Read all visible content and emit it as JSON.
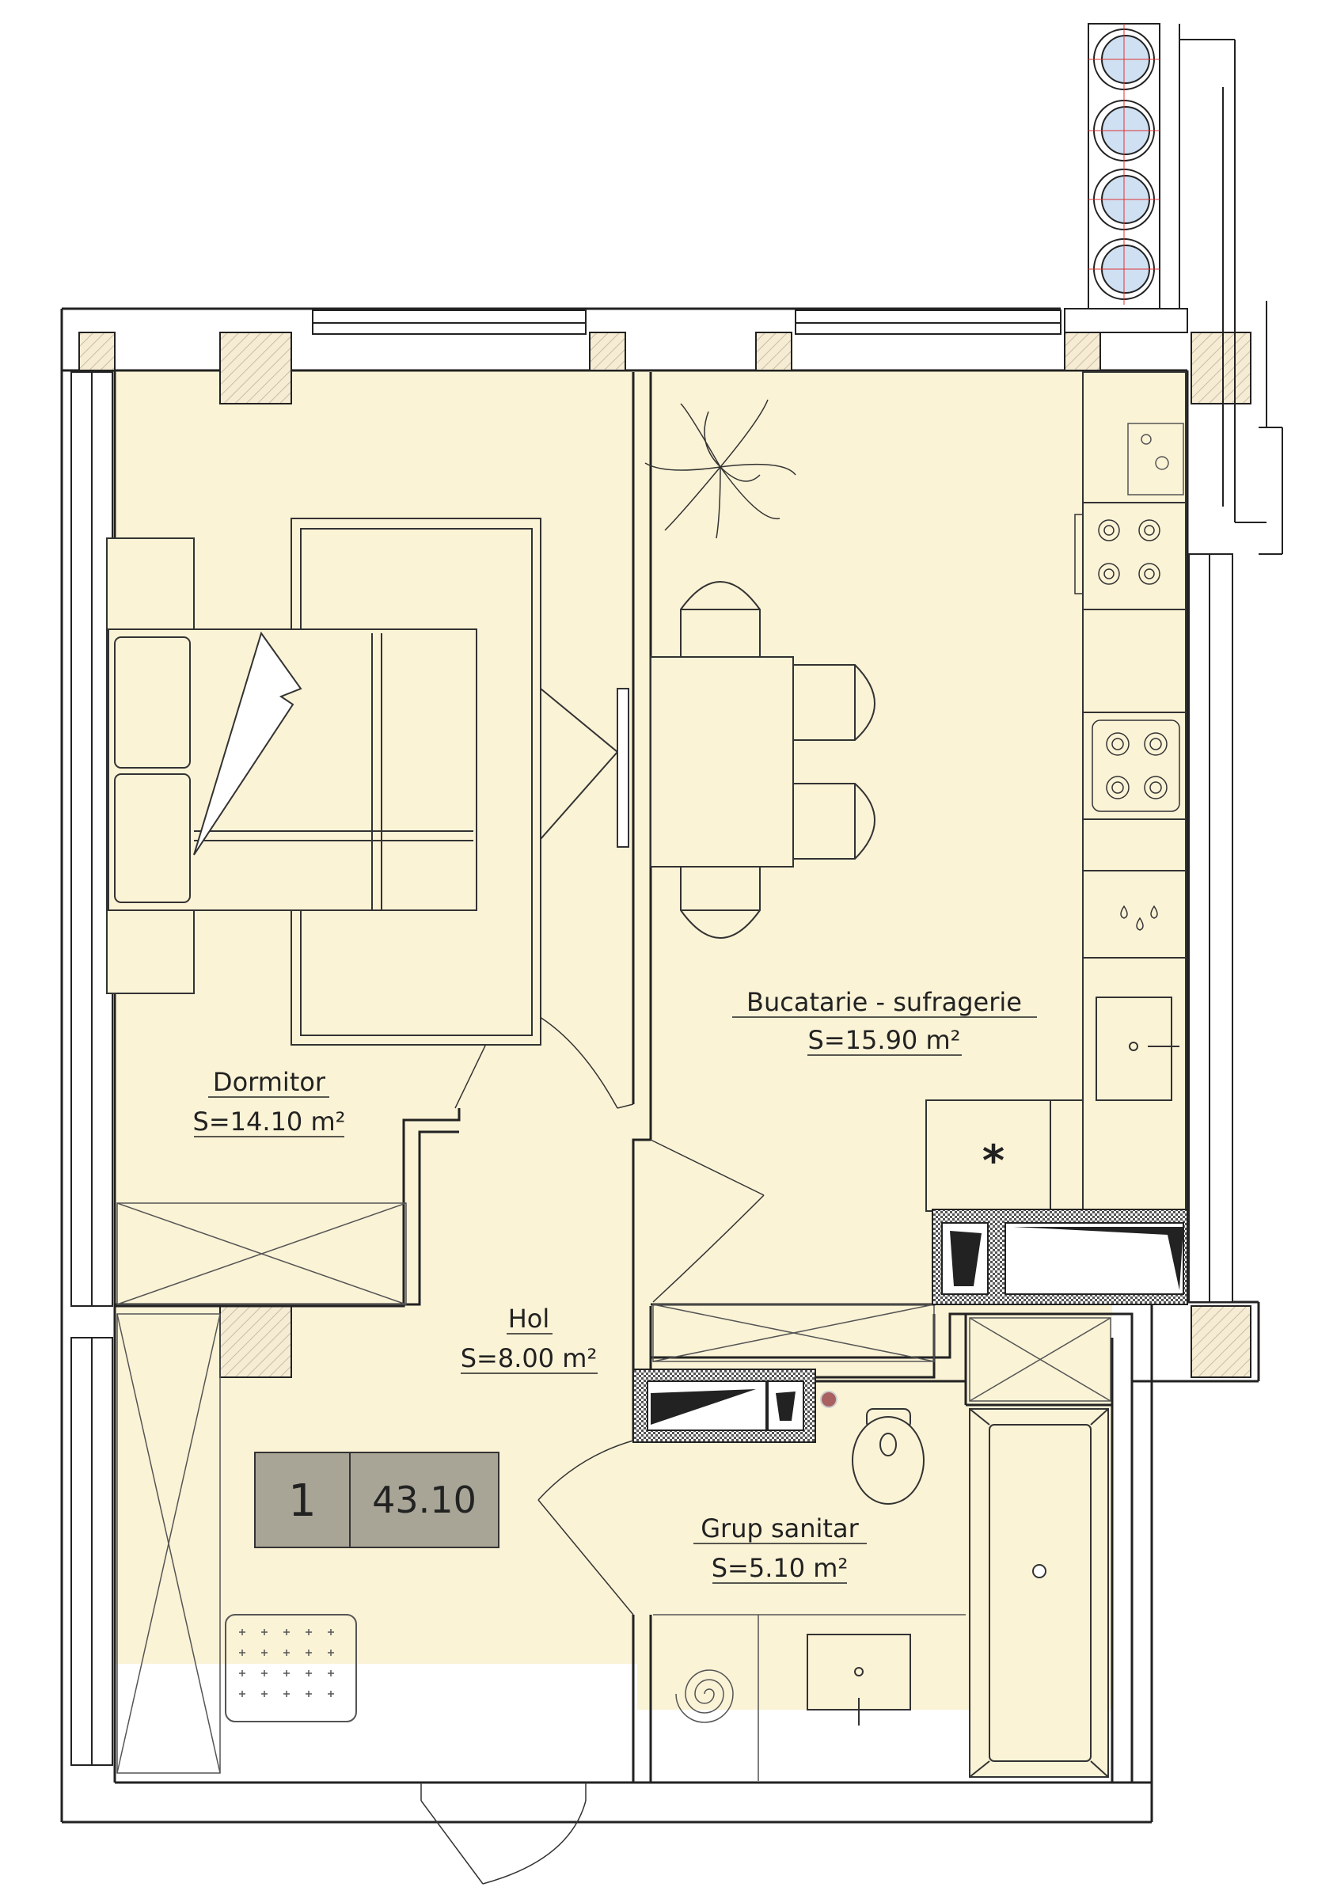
{
  "plan": {
    "rooms": [
      {
        "name": "Dormitor",
        "area": "S=14.10 m²"
      },
      {
        "name": "Bucatarie - sufragerie",
        "area": "S=15.90 m²"
      },
      {
        "name": "Hol",
        "area": "S=8.00 m²"
      },
      {
        "name": "Grup sanitar",
        "area": "S=5.10 m²"
      }
    ],
    "apartment": {
      "rooms_count": "1",
      "total_area": "43.10"
    },
    "utility_mark": "*"
  },
  "colors": {
    "floor": "#fbf3d6",
    "wall": "#222222",
    "badge_fill": "#a8a597",
    "hatch": "#c8bca6"
  }
}
